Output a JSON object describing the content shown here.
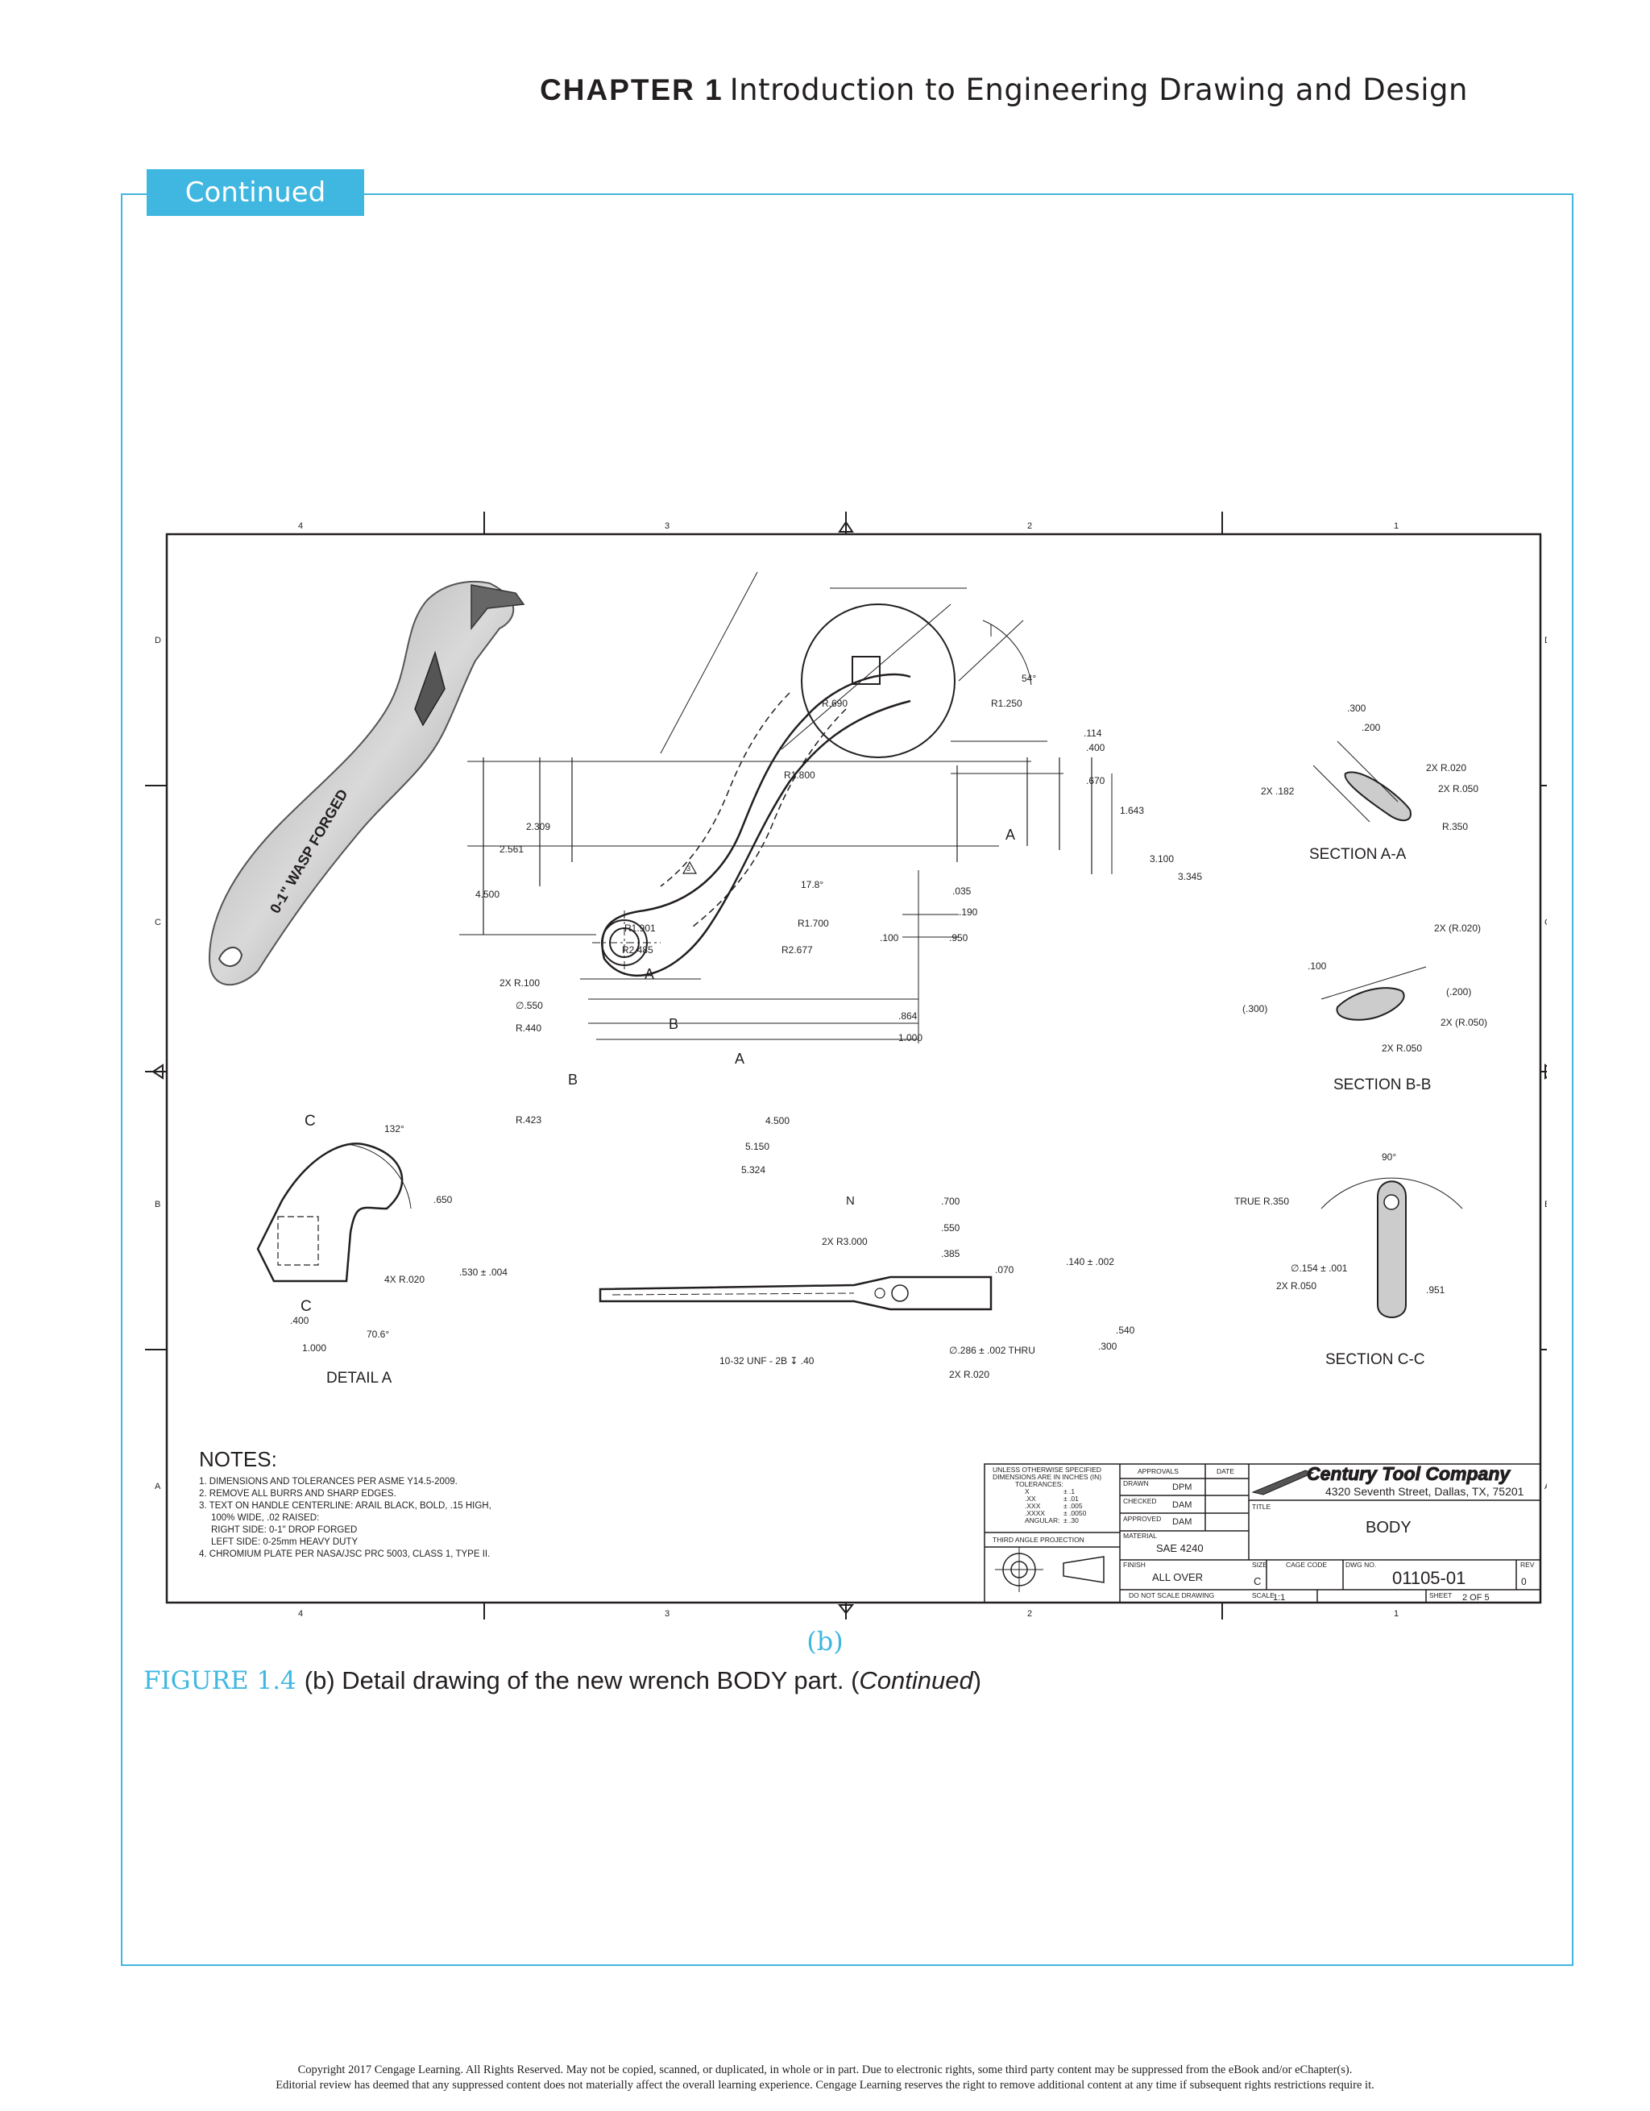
{
  "header": {
    "chapter": "CHAPTER 1",
    "title": "Introduction to Engineering Drawing and Design"
  },
  "tab": {
    "label": "Continued"
  },
  "drawing": {
    "zones_top": [
      "4",
      "3",
      "2",
      "1"
    ],
    "zones_side": [
      "D",
      "C",
      "B",
      "A"
    ],
    "handle_text": "0-1\" WASP FORGED",
    "dimensions": {
      "r690": "R.690",
      "r1250": "R1.250",
      "a54": "54°",
      "d114": ".114",
      "d400": ".400",
      "d670": ".670",
      "d1643": "1.643",
      "d3100": "3.100",
      "d3345": "3.345",
      "r1800": "R1.800",
      "d2309": "2.309",
      "d2561": "2.561",
      "d4500v": "4.500",
      "a178": "17.8°",
      "d035": ".035",
      "d190": ".190",
      "r1901": "R1.901",
      "r1700": "R1.700",
      "r2485": "R2.485",
      "r2677": "R2.677",
      "d100": ".100",
      "d950": ".950",
      "r100x2": "2X R.100",
      "dia550": "∅.550",
      "r440": "R.440",
      "d864": ".864",
      "d1000": "1.000",
      "r423": "R.423",
      "d4500h": "4.500",
      "d5150": "5.150",
      "d5324": "5.324",
      "label_a1": "A",
      "label_a2": "A",
      "label_a3": "A",
      "label_b1": "B",
      "label_b2": "B",
      "tri3": "3"
    },
    "section_aa": {
      "title": "SECTION A-A",
      "d300": ".300",
      "d200": ".200",
      "r020": "2X R.020",
      "r050": "2X R.050",
      "d182": "2X .182",
      "r350": "R.350"
    },
    "section_bb": {
      "title": "SECTION B-B",
      "r020": "2X (R.020)",
      "d100": ".100",
      "d300": "(.300)",
      "d200": "(.200)",
      "r050p": "2X (R.050)",
      "r050": "2X R.050"
    },
    "section_cc": {
      "title": "SECTION C-C",
      "a90": "90°",
      "r350": "TRUE R.350",
      "dia154": "∅.154 ± .001",
      "r050": "2X R.050",
      "d951": ".951"
    },
    "detail_a": {
      "title": "DETAIL A",
      "a132": "132°",
      "c1": "C",
      "c2": "C",
      "d650": ".650",
      "d530": ".530 ± .004",
      "r020": "4X R.020",
      "d400": ".400",
      "a706": "70.6°",
      "d1000": "1.000"
    },
    "side_view": {
      "d700": ".700",
      "d550": ".550",
      "d385": ".385",
      "r3000": "2X R3.000",
      "d140": ".140 ± .002",
      "d070": ".070",
      "d540": ".540",
      "d300": ".300",
      "thread": "10-32 UNF - 2B ↧ .40",
      "dia286": "∅.286 ± .002 THRU",
      "r020": "2X R.020",
      "n": "N"
    },
    "notes": {
      "heading": "NOTES:",
      "lines": [
        "1. DIMENSIONS AND TOLERANCES PER ASME Y14.5-2009.",
        "2. REMOVE ALL BURRS AND SHARP EDGES.",
        "3. TEXT ON HANDLE CENTERLINE: ARAIL BLACK, BOLD, .15 HIGH,",
        "100% WIDE, .02 RAISED:",
        "RIGHT SIDE: 0-1\"    DROP FORGED",
        "LEFT SIDE: 0-25mm    HEAVY DUTY",
        "4. CHROMIUM PLATE PER NASA/JSC PRC 5003, CLASS 1, TYPE II."
      ]
    },
    "title_block": {
      "unless_1": "UNLESS OTHERWISE SPECIFIED",
      "unless_2": "DIMENSIONS ARE IN INCHES (IN)",
      "tolerances": "TOLERANCES:",
      "tol_x": "X",
      "tol_x_v": "± .1",
      "tol_xx": ".XX",
      "tol_xx_v": "± .01",
      "tol_xxx": ".XXX",
      "tol_xxx_v": "± .005",
      "tol_xxxx": ".XXXX",
      "tol_xxxx_v": "± .0050",
      "angular": "ANGULAR:",
      "angular_v": "± .30",
      "approvals": "APPROVALS",
      "date": "DATE",
      "drawn": "DRAWN",
      "drawn_by": "DPM",
      "checked": "CHECKED",
      "checked_by": "DAM",
      "approved": "APPROVED",
      "approved_by": "DAM",
      "projection": "THIRD ANGLE PROJECTION",
      "material_label": "MATERIAL",
      "material": "SAE 4240",
      "finish_label": "FINISH",
      "finish": "ALL OVER",
      "no_scale": "DO NOT SCALE DRAWING",
      "company": "Century Tool Company",
      "address": "4320 Seventh Street, Dallas, TX, 75201",
      "title_label": "TITLE",
      "title": "BODY",
      "size_label": "SIZE",
      "size": "C",
      "cage_label": "CAGE CODE",
      "dwg_label": "DWG NO.",
      "dwg": "01105-01",
      "rev_label": "REV",
      "rev": "0",
      "scale_label": "SCALE",
      "scale": "1:1",
      "sheet_label": "SHEET",
      "sheet": "2  OF  5"
    }
  },
  "sublabel": "(b)",
  "caption": {
    "fig": "FIGURE 1.4",
    "text": "(b) Detail drawing of the new wrench BODY part. (",
    "italic": "Continued",
    "close": ")"
  },
  "copyright": [
    "Copyright 2017 Cengage Learning. All Rights Reserved. May not be copied, scanned, or duplicated, in whole or in part. Due to electronic rights, some third party content may be suppressed from the eBook and/or eChapter(s).",
    "Editorial review has deemed that any suppressed content does not materially affect the overall learning experience. Cengage Learning reserves the right to remove additional content at any time if subsequent rights restrictions require it."
  ],
  "colors": {
    "accent": "#3fb7e0",
    "ink": "#231f20"
  }
}
